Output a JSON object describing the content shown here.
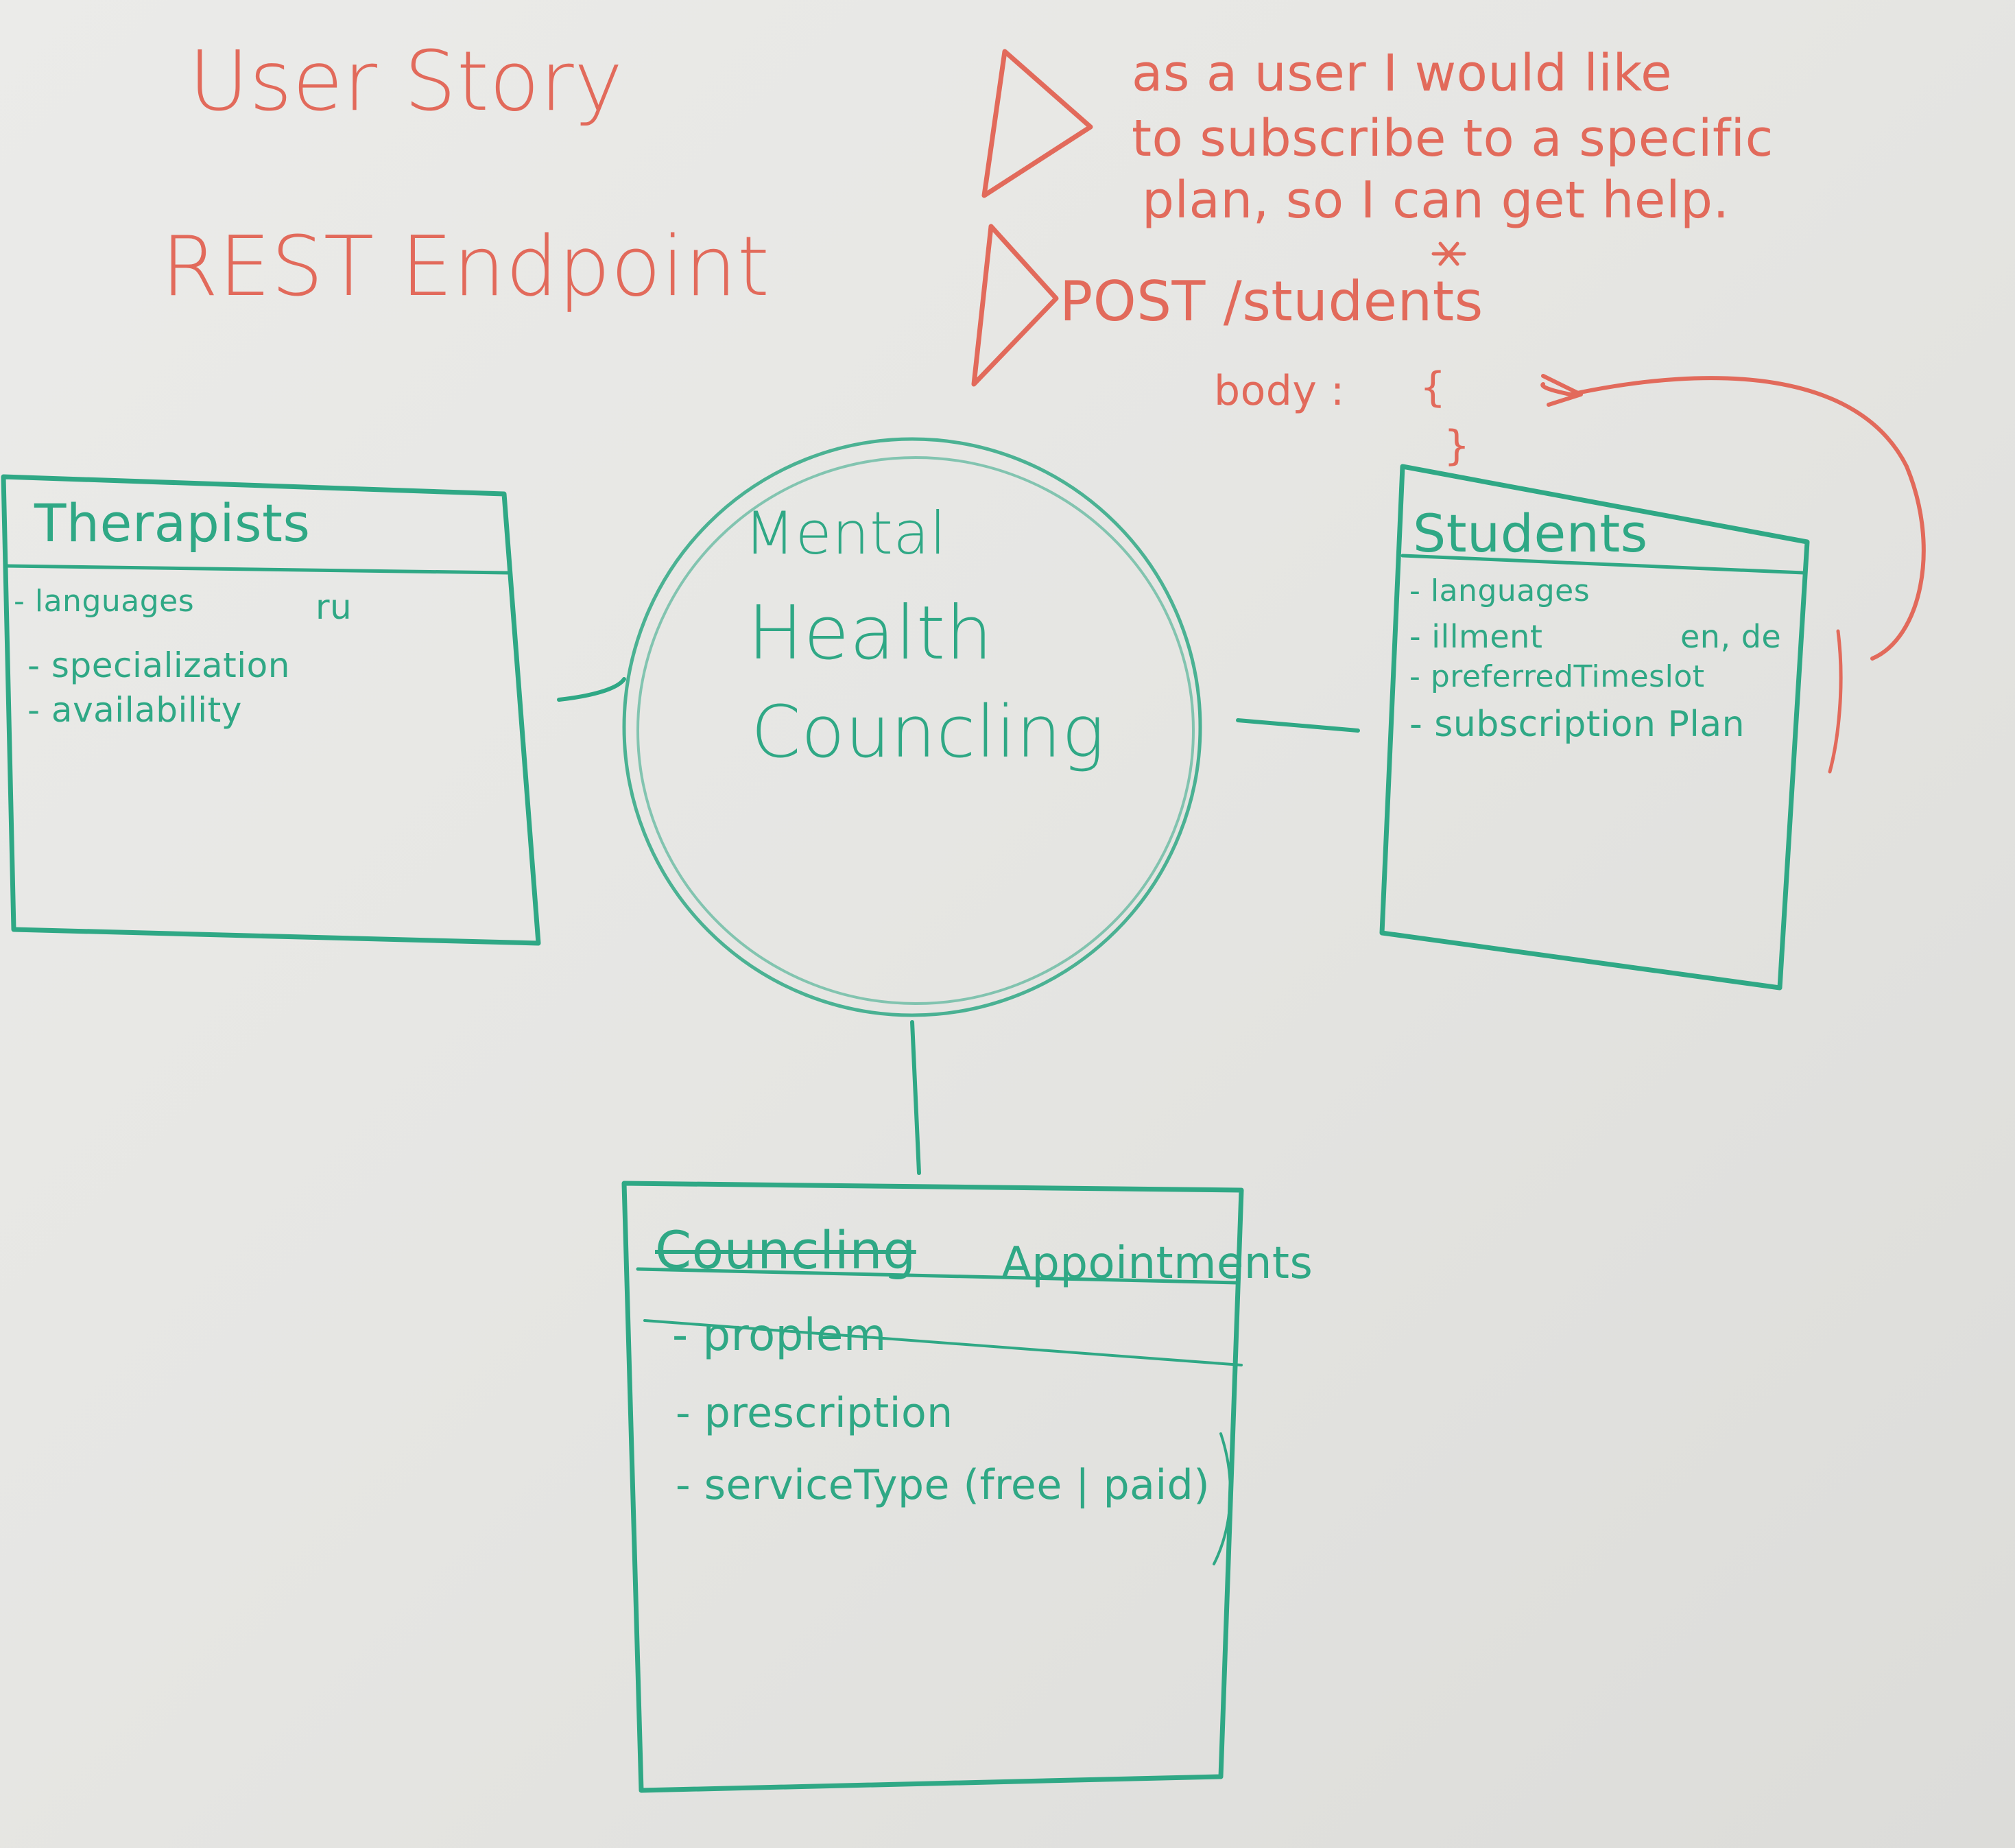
{
  "headings": {
    "user_story": "User Story",
    "rest_endpoint": "REST Endpoint"
  },
  "user_story": {
    "line1": "as a user I would like",
    "line2": "to subscribe to a specific",
    "line3": "plan, so I can get help."
  },
  "endpoint": {
    "request": "POST /students",
    "body_label": "body :",
    "open_brace": "{",
    "close_brace": "}"
  },
  "center": {
    "line1": "Mental",
    "line2": "Health",
    "line3": "Councling"
  },
  "therapists": {
    "title": "Therapists",
    "fields": [
      "- languages",
      "- specialization",
      "- availability"
    ],
    "note": "ru"
  },
  "students": {
    "title": "Students",
    "fields": [
      "- languages",
      "- illment",
      "- preferredTimeslot",
      "- subscription Plan"
    ],
    "note": "en, de"
  },
  "appointments": {
    "title_struck": "Councling",
    "title": "Appointments",
    "fields": [
      "- proplem",
      "- prescription",
      "- serviceType (free | paid)"
    ]
  },
  "colors": {
    "red_marker": "#e26a5b",
    "green_marker": "#2fa885",
    "paper": "#e9e9e6"
  }
}
